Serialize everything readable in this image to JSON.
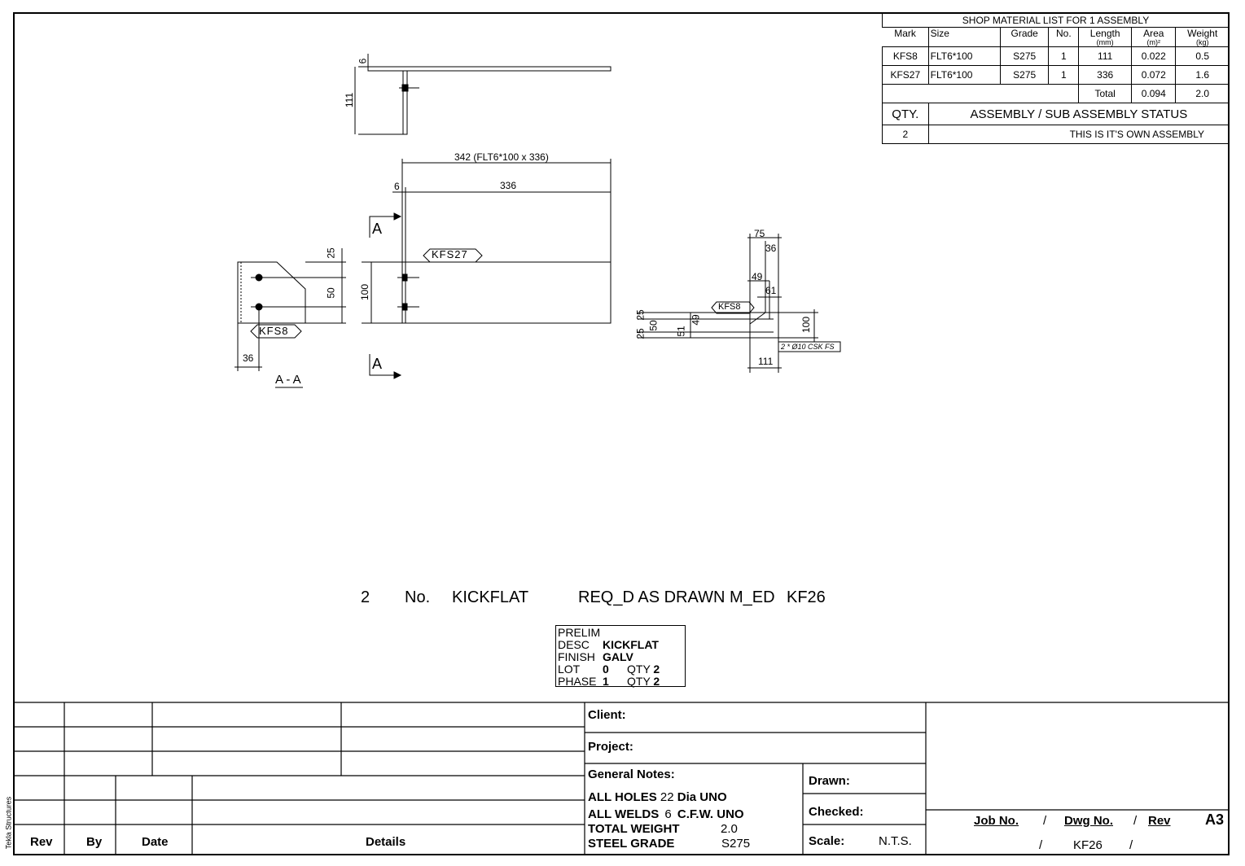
{
  "material_list": {
    "title": "SHOP MATERIAL LIST FOR 1 ASSEMBLY",
    "headers": {
      "mark": "Mark",
      "size": "Size",
      "grade": "Grade",
      "no": "No.",
      "length": "Length",
      "length_unit": "(mm)",
      "area": "Area",
      "area_unit": "(m)²",
      "weight": "Weight",
      "weight_unit": "(kg)"
    },
    "rows": [
      {
        "mark": "KFS8",
        "size": "FLT6*100",
        "grade": "S275",
        "no": "1",
        "length": "111",
        "area": "0.022",
        "weight": "0.5"
      },
      {
        "mark": "KFS27",
        "size": "FLT6*100",
        "grade": "S275",
        "no": "1",
        "length": "336",
        "area": "0.072",
        "weight": "1.6"
      }
    ],
    "total_label": "Total",
    "total_area": "0.094",
    "total_weight": "2.0",
    "qty_label": "QTY.",
    "status_label": "ASSEMBLY / SUB ASSEMBLY STATUS",
    "qty_value": "2",
    "status_value": "THIS IS IT'S OWN ASSEMBLY"
  },
  "drawing": {
    "top_dim_6": "6",
    "top_dim_111": "111",
    "dim_342": "342 (FLT6*100 x 336)",
    "dim_6": "6",
    "dim_336": "336",
    "section_a": "A",
    "section_label": "A - A",
    "dim_25": "25",
    "dim_50": "50",
    "dim_100": "100",
    "dim_36": "36",
    "part_kfs27": "KFS27",
    "part_kfs8": "KFS8",
    "r_dim_75": "75",
    "r_dim_36": "36",
    "r_dim_49": "49",
    "r_dim_61": "61",
    "r_dim_25a": "25",
    "r_dim_25b": "25",
    "r_dim_50": "50",
    "r_dim_51": "51",
    "r_dim_49b": "49",
    "r_dim_100": "100",
    "r_dim_111": "111",
    "r_hole_note": "2 * Ø10 CSK FS"
  },
  "caption": {
    "qty": "2",
    "no": "No.",
    "name": "KICKFLAT",
    "note": "REQ_D AS DRAWN M_ED",
    "mark": "KF26"
  },
  "prelim": {
    "title": "PRELIM",
    "desc_label": "DESC",
    "desc_value": "KICKFLAT",
    "finish_label": "FINISH",
    "finish_value": "GALV",
    "lot_label": "LOT",
    "lot_value": "0",
    "lot_qty_label": "QTY",
    "lot_qty_value": "2",
    "phase_label": "PHASE",
    "phase_value": "1",
    "phase_qty_label": "QTY",
    "phase_qty_value": "2"
  },
  "title_block": {
    "rev": "Rev",
    "by": "By",
    "date": "Date",
    "details": "Details",
    "client": "Client:",
    "project": "Project:",
    "general_notes": "General Notes:",
    "holes_a": "ALL HOLES",
    "holes_b": "22",
    "holes_c": "Dia UNO",
    "welds_a": "ALL WELDS",
    "welds_b": "6",
    "welds_c": "C.F.W.  UNO",
    "total_weight_label": "TOTAL WEIGHT",
    "total_weight_value": "2.0",
    "steel_grade_label": "STEEL GRADE",
    "steel_grade_value": "S275",
    "drawn": "Drawn:",
    "checked": "Checked:",
    "scale_label": "Scale:",
    "scale_value": "N.T.S.",
    "job_no": "Job No.",
    "slash1": "/",
    "dwg_no": "Dwg No.",
    "slash2": "/",
    "rev_label": "Rev",
    "sheet": "A3",
    "job_value_sep1": "/",
    "dwg_value": "KF26",
    "job_value_sep2": "/",
    "software": "Tekla Structures"
  }
}
